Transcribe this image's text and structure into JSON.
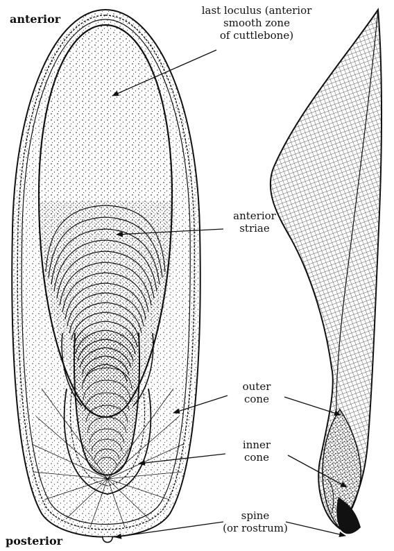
{
  "orientation": {
    "anterior": "anterior",
    "posterior": "posterior"
  },
  "labels": {
    "last_loculus": [
      "last loculus (anterior",
      "smooth zone",
      "of cuttlebone)"
    ],
    "anterior_striae": [
      "anterior",
      "striae"
    ],
    "outer_cone": [
      "outer",
      "cone"
    ],
    "inner_cone": [
      "inner",
      "cone"
    ],
    "spine": [
      "spine",
      "(or rostrum)"
    ]
  },
  "colors": {
    "ink": "#111111",
    "paper": "#ffffff"
  }
}
